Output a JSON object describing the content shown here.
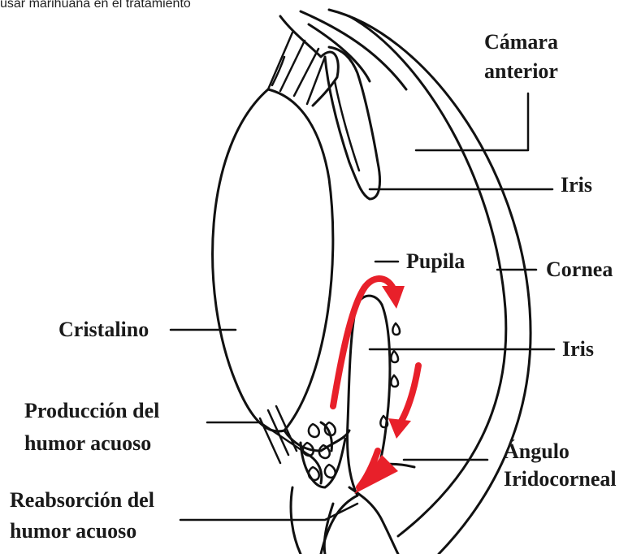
{
  "caption": "usar marihuana en el tratamiento",
  "labels": {
    "camara_1": "Cámara",
    "camara_2": "anterior",
    "iris_top": "Iris",
    "pupila": "Pupila",
    "cornea": "Cornea",
    "cristalino": "Cristalino",
    "iris_bottom": "Iris",
    "produccion_1": "Producción del",
    "produccion_2": "humor acuoso",
    "angulo_1": "Ángulo",
    "angulo_2": "Iridocorneal",
    "reabsorcion_1": "Reabsorción del",
    "reabsorcion_2": "humor acuoso"
  },
  "colors": {
    "line": "#111111",
    "flow_arrow": "#e8202a"
  }
}
